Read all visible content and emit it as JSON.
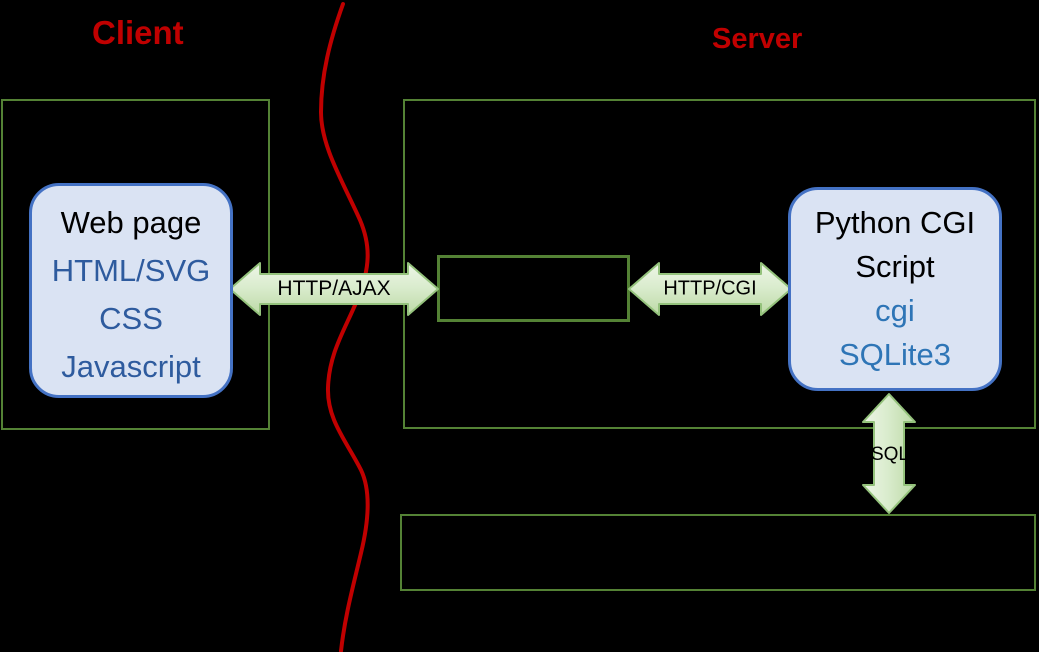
{
  "titles": {
    "client": "Client",
    "server": "Server"
  },
  "client": {
    "web_page_node": {
      "title": "Web page",
      "tech": [
        "HTML/SVG",
        "CSS",
        "Javascript"
      ]
    }
  },
  "server": {
    "python_node": {
      "title_line1": "Python CGI",
      "title_line2": "Script",
      "tech": [
        "cgi",
        "SQLite3"
      ]
    }
  },
  "connectors": {
    "client_server_label": "HTTP/AJAX",
    "server_cgi_label": "HTTP/CGI",
    "database_label": "SQL"
  },
  "colors": {
    "background": "#000000",
    "section_label_red": "#c00000",
    "boundary_line_red": "#c00000",
    "container_border_green": "#548235",
    "arrow_fill_light": "#ecf5e5",
    "arrow_fill_dark": "#bcd9a6",
    "arrow_stroke": "#94c27c",
    "node_fill": "#dae3f3",
    "node_border": "#4472c4",
    "client_tech_text": "#2e5b9e",
    "server_tech_text": "#2e75b6"
  }
}
